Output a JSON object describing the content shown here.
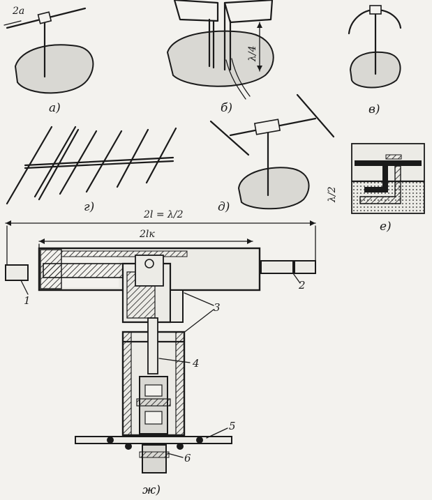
{
  "panels": {
    "a": {
      "label": "а)",
      "dimension": "2a"
    },
    "b": {
      "label": "б)",
      "dimension": "λ/4"
    },
    "v": {
      "label": "в)"
    },
    "g": {
      "label": "г)"
    },
    "d": {
      "label": "д)"
    },
    "e": {
      "label": "е)",
      "dimension": "λ/2"
    },
    "zh": {
      "label": "ж)"
    }
  },
  "dimensions": {
    "overall": "2l = λ/2",
    "inner": "2lк"
  },
  "callouts": [
    "1",
    "2",
    "3",
    "4",
    "5",
    "6"
  ],
  "colors": {
    "ink": "#1a1a1a",
    "paper": "#f3f2ee",
    "shade": "#d9d8d3"
  }
}
